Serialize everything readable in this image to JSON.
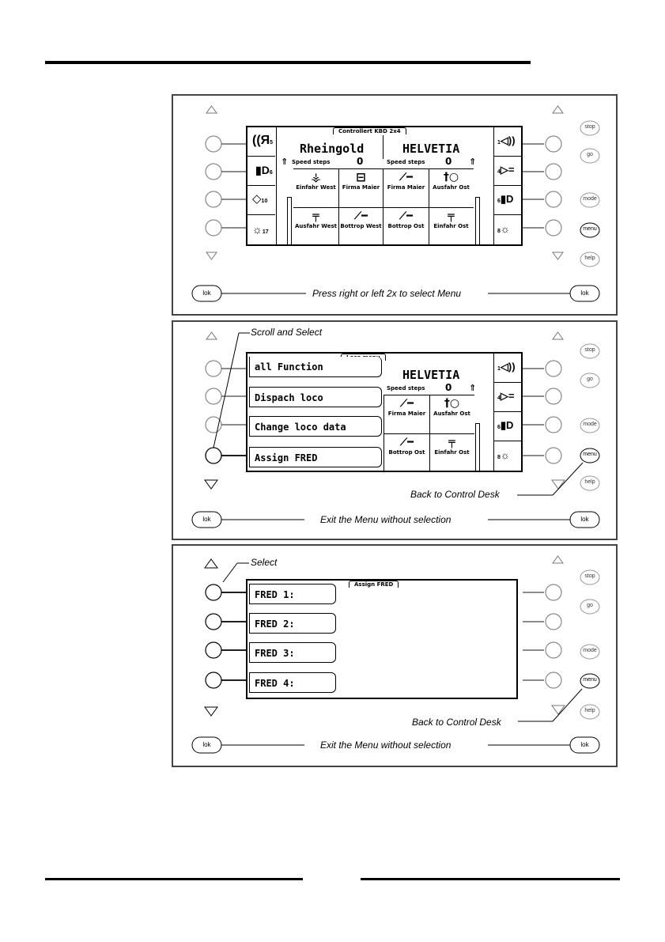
{
  "panel1": {
    "lcd_title": "Controllert KBD 2x4",
    "left_loco": "Rheingold",
    "right_loco": "HELVETIA",
    "speed_label": "Speed steps",
    "speed_left": "0",
    "speed_right": "0",
    "left_fn_nums": [
      "5",
      "6",
      "10",
      "17"
    ],
    "right_fn_nums": [
      "1",
      "4",
      "6",
      "8"
    ],
    "cells_row1": [
      "Einfahr West",
      "Firma Maier",
      "Firma Maier",
      "Ausfahr Ost"
    ],
    "cells_row2": [
      "Ausfahr West",
      "Bottrop West",
      "Bottrop Ost",
      "Einfahr Ost"
    ],
    "lok_left": "lok",
    "lok_right": "lok",
    "bottom_caption": "Press right or left 2x to select Menu",
    "side_buttons": [
      "stop",
      "go",
      "mode",
      "menu",
      "help"
    ]
  },
  "panel2": {
    "lcd_title": "Loco menu",
    "menu_items": [
      "all Function",
      "Dispach loco",
      "Change loco data",
      "Assign FRED"
    ],
    "right_loco": "HELVETIA",
    "speed_label": "Speed steps",
    "speed_right": "0",
    "right_fn_nums": [
      "1",
      "4",
      "6",
      "8"
    ],
    "cells_row1": [
      "Firma Maier",
      "Ausfahr Ost"
    ],
    "cells_row2": [
      "Bottrop Ost",
      "Einfahr Ost"
    ],
    "scroll_caption": "Scroll and Select",
    "back_caption": "Back to Control Desk",
    "exit_caption": "Exit the Menu without selection",
    "lok_left": "lok",
    "lok_right": "lok",
    "side_buttons": [
      "stop",
      "go",
      "mode",
      "menu",
      "help"
    ]
  },
  "panel3": {
    "lcd_title": "Assign FRED",
    "items": [
      "FRED 1:",
      "FRED 2:",
      "FRED 3:",
      "FRED 4:"
    ],
    "select_caption": "Select",
    "back_caption": "Back to Control Desk",
    "exit_caption": "Exit the Menu without selection",
    "lok_left": "lok",
    "lok_right": "lok",
    "side_buttons": [
      "stop",
      "go",
      "mode",
      "menu",
      "help"
    ]
  }
}
